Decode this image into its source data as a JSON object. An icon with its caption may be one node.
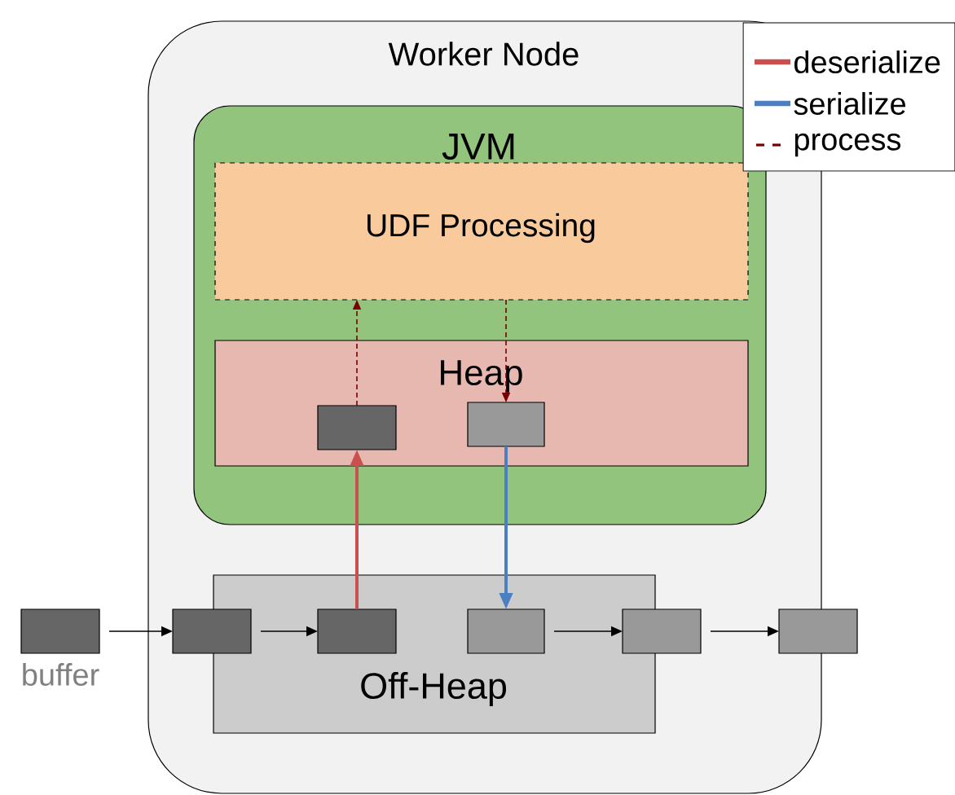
{
  "diagram": {
    "nodes": [
      {
        "text": [
          "Worker Node"
        ]
      },
      {
        "text": [
          "JVM"
        ],
        "in": 0
      },
      {
        "text": [
          "UDF Processing"
        ],
        "in": 1
      },
      {
        "text": [
          "Heap"
        ],
        "in": 1
      },
      {
        "text": [],
        "shape": "box",
        "in": 3
      },
      {
        "text": [],
        "shape": "box",
        "in": 3
      },
      {
        "text": [
          "Off-Heap"
        ],
        "in": 0
      },
      {
        "text": [],
        "shape": "box",
        "beside": [
          "buffer"
        ]
      },
      {
        "text": [],
        "shape": "box",
        "in": 0
      },
      {
        "text": [],
        "shape": "box",
        "in": 6
      },
      {
        "text": [],
        "shape": "box",
        "in": 6
      },
      {
        "text": [],
        "shape": "box",
        "in": 0
      },
      {
        "text": [],
        "shape": "box"
      }
    ],
    "edges": [
      {
        "from": 7,
        "to": 8,
        "arrow": "to"
      },
      {
        "from": 8,
        "to": 9,
        "arrow": "to"
      },
      {
        "from": 9,
        "to": 4,
        "arrow": "to",
        "color": "#c9504f"
      },
      {
        "from": 4,
        "to": 2,
        "arrow": "to",
        "color": "#7a0000",
        "style": "dashed"
      },
      {
        "from": 2,
        "to": 5,
        "arrow": "to",
        "color": "#7a0000",
        "style": "dashed"
      },
      {
        "from": 5,
        "to": 10,
        "arrow": "to",
        "color": "#4a7fc1"
      },
      {
        "from": 10,
        "to": 11,
        "arrow": "to"
      },
      {
        "from": 11,
        "to": 12,
        "arrow": "to"
      }
    ],
    "legend": [
      {
        "text": "deserialize",
        "color": "#c9504f"
      },
      {
        "text": "serialize",
        "color": "#4a7fc1"
      },
      {
        "text": "process",
        "color": "#7a0000"
      }
    ]
  }
}
